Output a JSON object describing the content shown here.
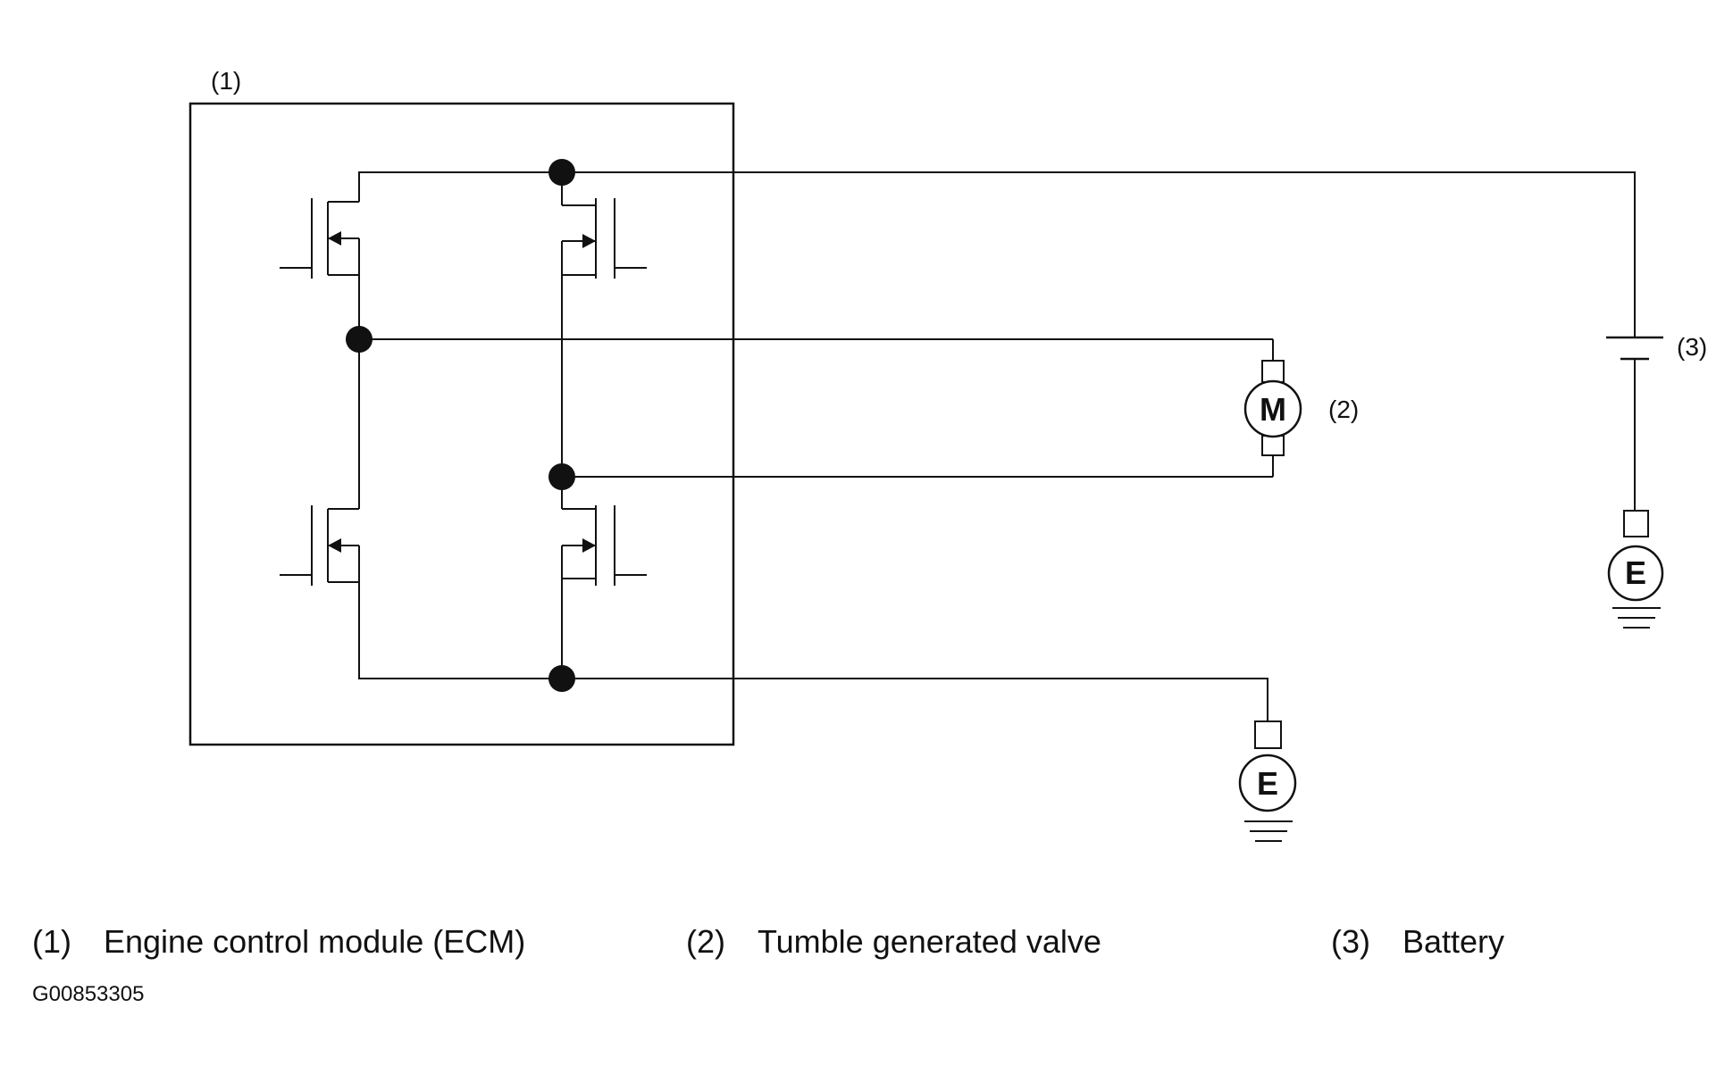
{
  "callouts": {
    "ecm": "(1)",
    "valve": "(2)",
    "battery": "(3)"
  },
  "symbols": {
    "motor": "M",
    "ground": "E"
  },
  "legend": [
    {
      "num": "(1)",
      "label": "Engine control module (ECM)"
    },
    {
      "num": "(2)",
      "label": "Tumble generated valve"
    },
    {
      "num": "(3)",
      "label": "Battery"
    }
  ],
  "figure_code": "G00853305"
}
